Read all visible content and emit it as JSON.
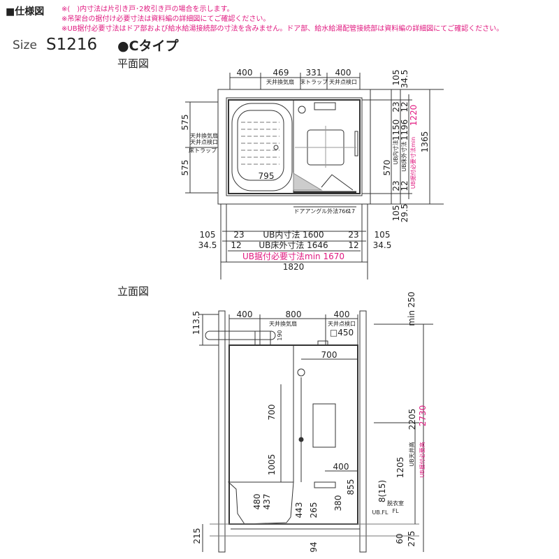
{
  "header": {
    "section_title": "■仕様図",
    "notes": [
      "※(　)内寸法は片引き戸･2枚引き戸の場合を示します。",
      "※吊架台の据付け必要寸法は資料編の詳細図にてご確認ください。",
      "※UB据付必要寸法はドア部および給水給湯接続部の寸法を含みません。ドア部、給水給湯配管接続部は資料編の詳細図にてご確認ください。"
    ],
    "size_label": "Size",
    "size_value": "S1216",
    "type_label": "●Cタイプ"
  },
  "plan": {
    "title": "平面図",
    "top": [
      "400",
      "469",
      "331",
      "400"
    ],
    "top_labels": [
      "天井換気扇",
      "床トラップ",
      "天井点検口"
    ],
    "left": [
      "575",
      "575"
    ],
    "left_labels": [
      "天井換気扇",
      "天井点検口",
      "床トラップ"
    ],
    "tub_width": "795",
    "door": "ドアアングル外法766",
    "door_gap": "17",
    "right": {
      "r105a": "105",
      "r345": "34.5",
      "r23a": "23",
      "r12a": "12",
      "r1150": "1150",
      "r1196": "1196",
      "ub_inner": "UB内寸法",
      "ub_floor": "UB床外寸法",
      "r570": "570",
      "r23b": "23",
      "r12b": "12",
      "req_label": "UB据付必要寸法min",
      "r1220": "1220",
      "r1365": "1365",
      "r105b": "105",
      "r295": "29.5"
    },
    "bottom": {
      "b105a": "105",
      "b23a": "23",
      "inner": "UB内寸法 1600",
      "b23b": "23",
      "b105b": "105",
      "b345a": "34.5",
      "b12a": "12",
      "floor": "UB床外寸法 1646",
      "b12b": "12",
      "b345b": "34.5",
      "req": "UB据付必要寸法min 1670",
      "total": "1820"
    }
  },
  "elevation": {
    "title": "立面図",
    "d1135": "113.5",
    "top": [
      "400",
      "800",
      "400"
    ],
    "fan": "天井換気扇",
    "hatch": "天井点検口",
    "hatch_size": "□450",
    "d190": "190",
    "d700h": "700",
    "d700v": "700",
    "d1005": "1005",
    "d400": "400",
    "d855": "855",
    "d480": "480",
    "d437": "437",
    "d443": "443",
    "d265": "265",
    "d380": "380",
    "d815": "8(15)",
    "dressing_fl": "脱衣室",
    "fl": "FL",
    "ubfl": "UB.FL",
    "d1205": "1205",
    "d215": "215",
    "d60": "60",
    "d275": "275",
    "d94": "94",
    "min250": "min 250",
    "ceiling_label": "UB天井高",
    "d2205": "2205",
    "req_label": "UB据付必要高",
    "d2730": "2730"
  },
  "colors": {
    "accent": "#e0187f",
    "line": "#333333"
  }
}
